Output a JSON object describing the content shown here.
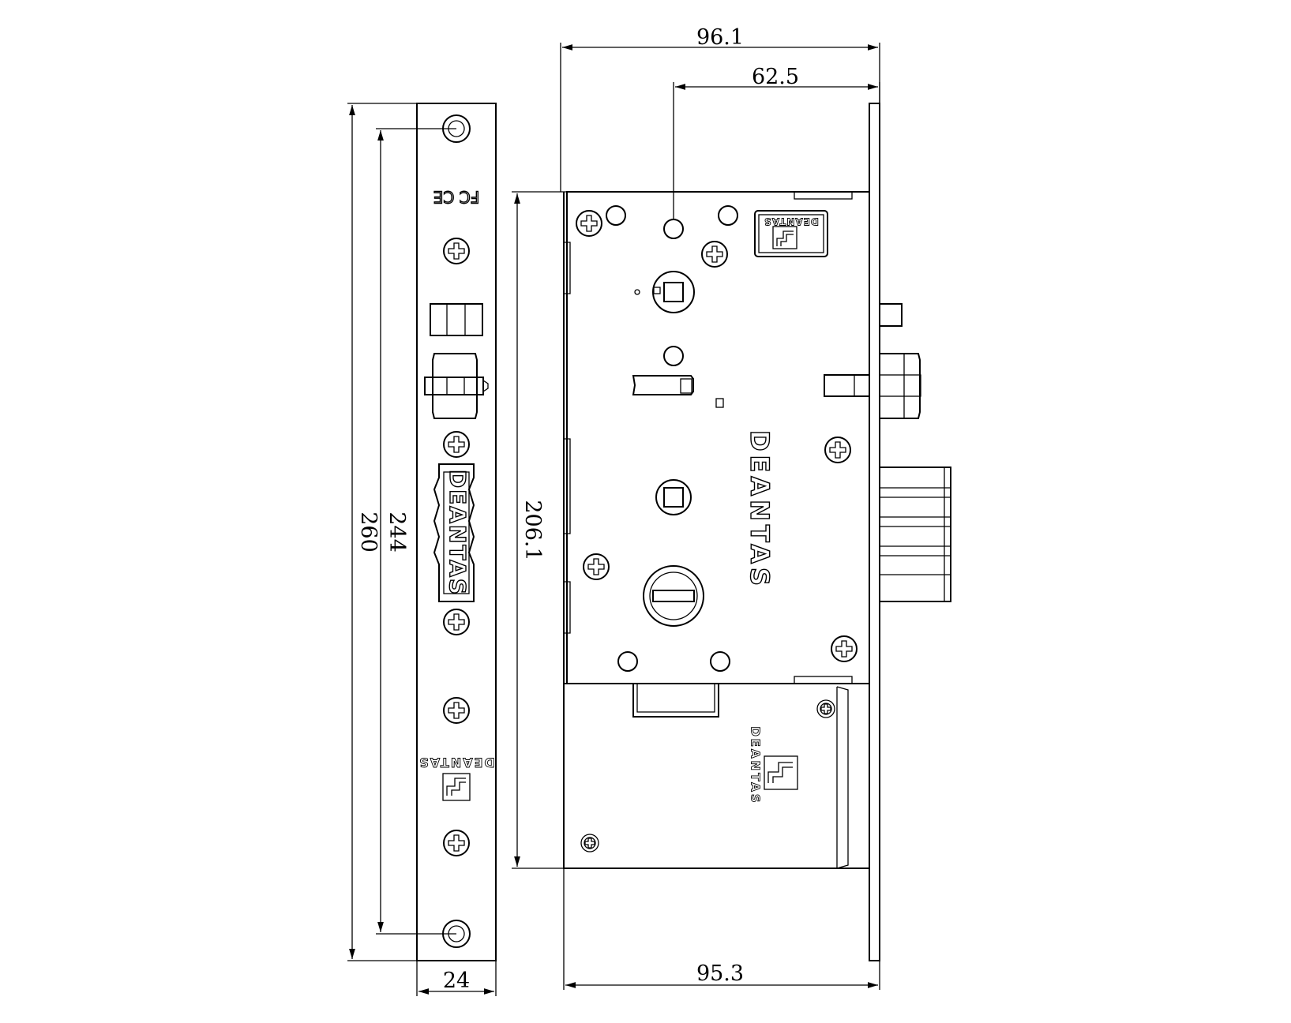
{
  "dimensions": {
    "faceplate_length": "260",
    "screw_hole_spacing": "244",
    "faceplate_width": "24",
    "body_height": "206.1",
    "overall_depth": "96.1",
    "backset": "62.5",
    "body_depth": "95.3"
  },
  "branding": {
    "brand_name": "DEANTAS",
    "certification_marks": "FC CE"
  }
}
